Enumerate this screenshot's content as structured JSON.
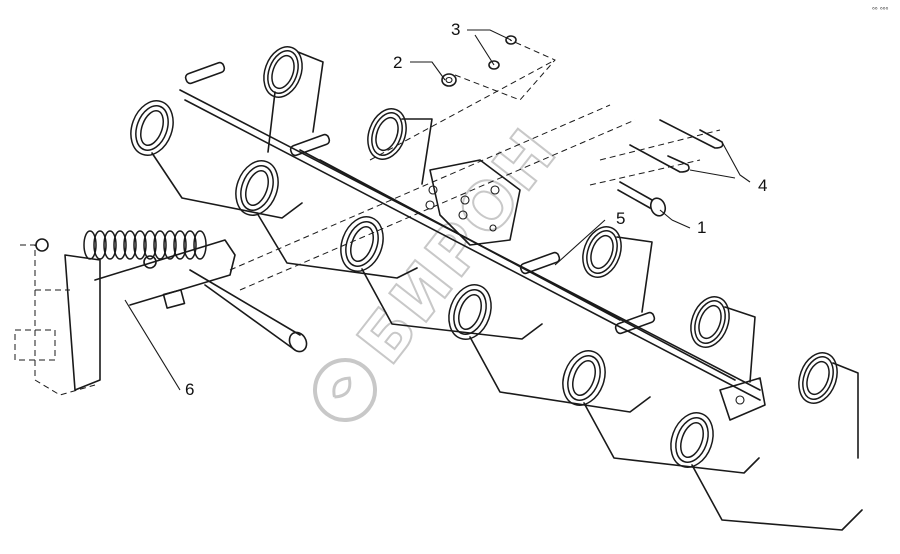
{
  "callouts": [
    {
      "id": "callout-1",
      "label": "1"
    },
    {
      "id": "callout-2",
      "label": "2"
    },
    {
      "id": "callout-3",
      "label": "3"
    },
    {
      "id": "callout-4",
      "label": "4"
    },
    {
      "id": "callout-5",
      "label": "5"
    },
    {
      "id": "callout-6",
      "label": "6"
    }
  ],
  "watermark": "БИРОН",
  "corner_mark": "⁶⁶ ⁶⁶⁶"
}
